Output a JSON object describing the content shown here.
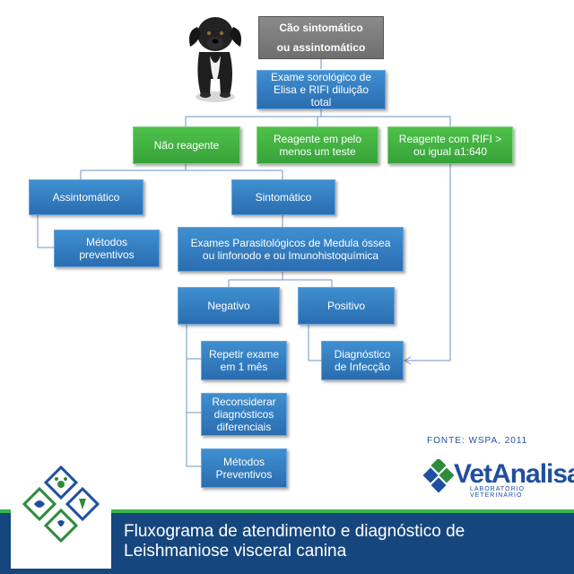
{
  "flowchart": {
    "root": {
      "line1": "Cão sintomático",
      "line2": "ou assintomático"
    },
    "exam": "Exame sorológico de Elisa e RIFI diluição total",
    "nao_reagente": "Não reagente",
    "reagente_teste": "Reagente em pelo menos um teste",
    "reagente_rifi": "Reagente com RIFI > ou igual a1:640",
    "assintomatico": "Assintomático",
    "sintomatico": "Sintomático",
    "metodos_preventivos": "Métodos preventivos",
    "exames_parasitologicos": "Exames Parasitológicos  de Medula óssea ou linfonodo  e ou Imunohistoquímica",
    "negativo": "Negativo",
    "positivo": "Positivo",
    "repetir_exame": "Repetir exame em 1 mês",
    "reconsiderar": "Reconsiderar diagnósticos diferenciais",
    "metodos_preventivos_2": "Métodos Preventivos",
    "diagnostico": "Diagnóstico de Infecção"
  },
  "source": "FONTE: WSPA, 2011",
  "brand": {
    "name": "VetAnalisa",
    "subtitle": "LABORATÓRIO VETERINÁRIO"
  },
  "caption": "Fluxograma de atendimento e diagnóstico de Leishmaniose visceral canina",
  "colors": {
    "blue": "#2a6db0",
    "green": "#36a33a",
    "gray": "#777777",
    "footer": "#16467e",
    "accent_green": "#39b54a"
  }
}
